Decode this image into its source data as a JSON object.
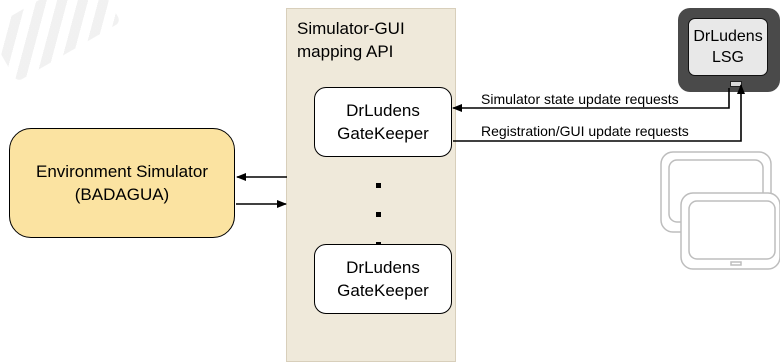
{
  "api_panel": {
    "title_line1": "Simulator-GUI",
    "title_line2": "mapping API"
  },
  "gatekeepers": [
    {
      "line1": "DrLudens",
      "line2": "GateKeeper"
    },
    {
      "line1": "DrLudens",
      "line2": "GateKeeper"
    }
  ],
  "environment_simulator": {
    "line1": "Environment Simulator",
    "line2": "(BADAGUA)"
  },
  "lsg_device": {
    "line1": "DrLudens",
    "line2": "LSG"
  },
  "messages": {
    "state_updates": "Simulator state update requests",
    "registration": "Registration/GUI update requests"
  },
  "colors": {
    "api_panel": "#efe9da",
    "simulator": "#fbe3a1",
    "device_frame": "#4a4a4a",
    "ghost_devices": "#bdbdbd"
  }
}
